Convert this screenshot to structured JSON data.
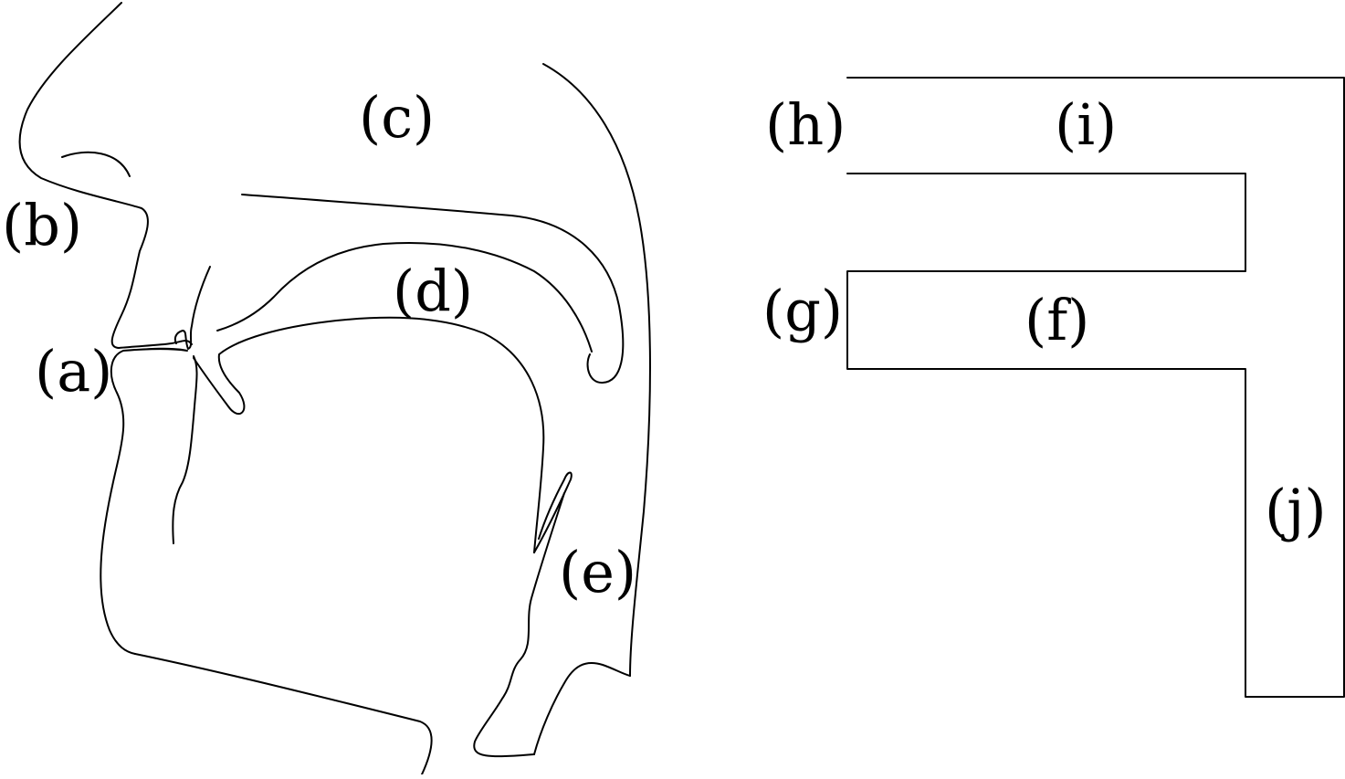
{
  "labels": {
    "a": "(a)",
    "b": "(b)",
    "c": "(c)",
    "d": "(d)",
    "e": "(e)",
    "f": "(f)",
    "g": "(g)",
    "h": "(h)",
    "i": "(i)",
    "j": "(j)"
  },
  "colors": {
    "line": "#000000",
    "background": "#ffffff"
  }
}
